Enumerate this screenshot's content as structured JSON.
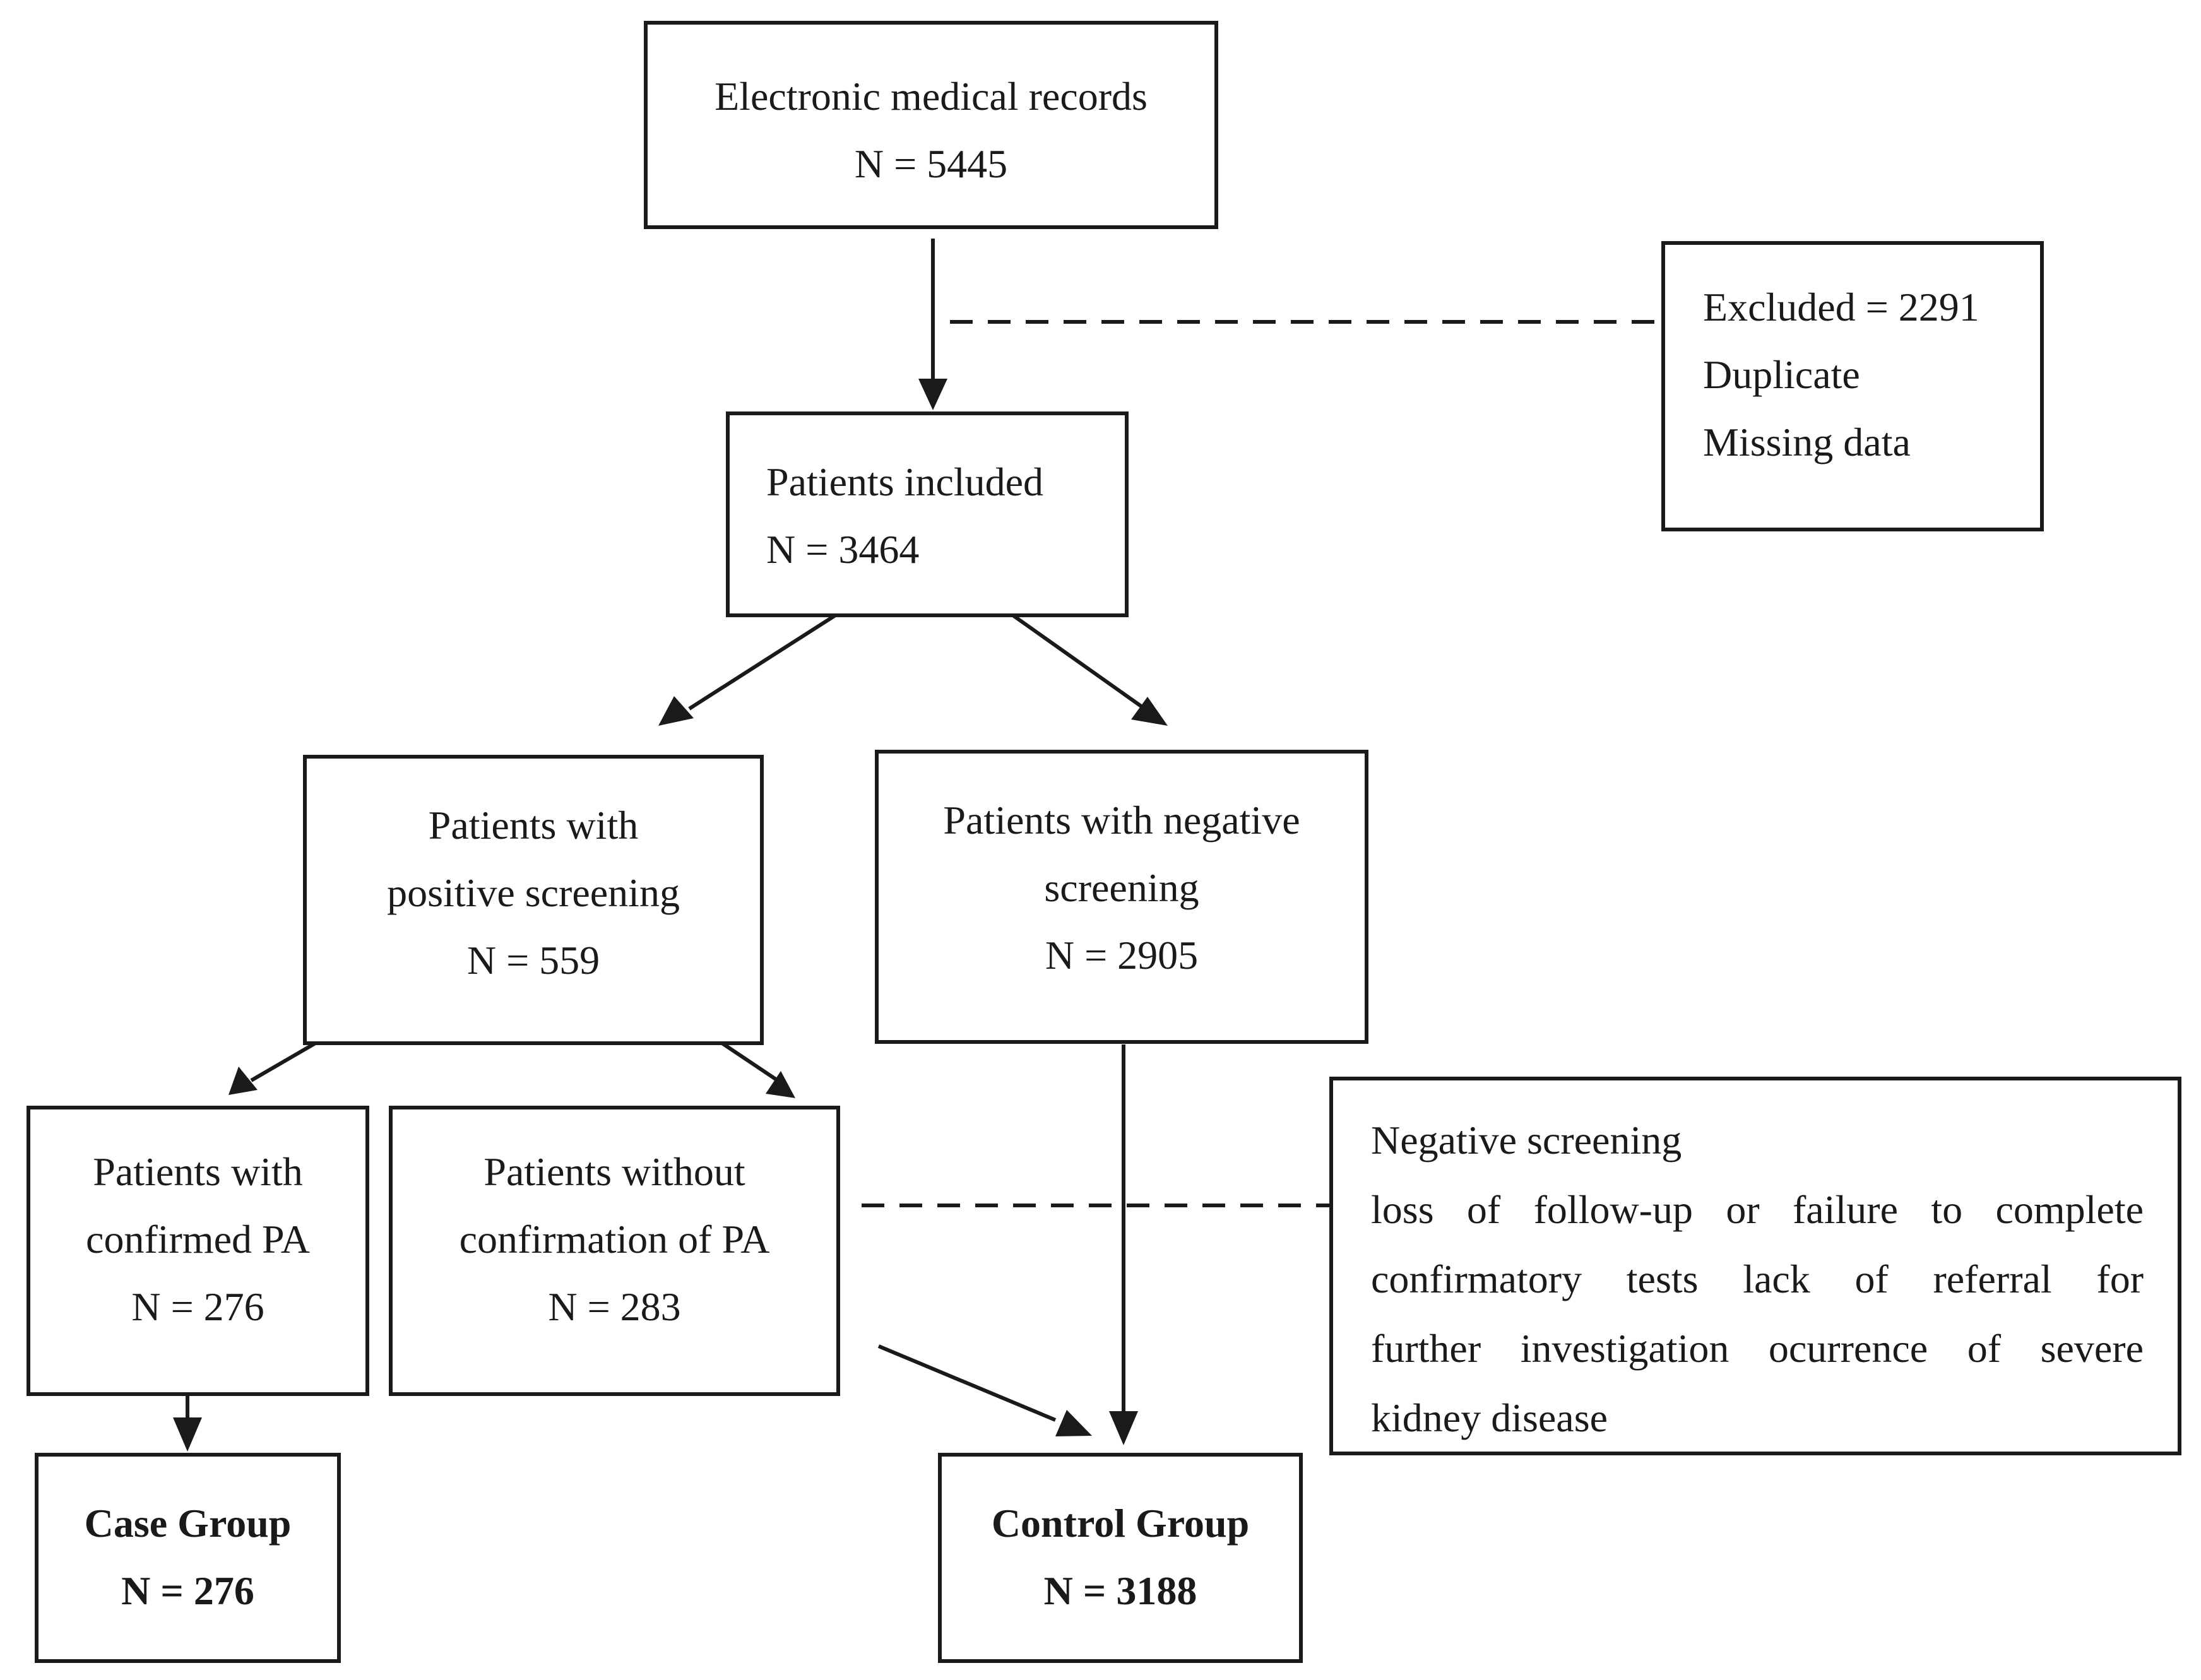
{
  "nodes": {
    "emr": {
      "lines": [
        "Electronic medical records",
        "N = 5445"
      ]
    },
    "excluded": {
      "lines": [
        "Excluded = 2291",
        "Duplicate",
        "Missing data"
      ]
    },
    "included": {
      "lines": [
        "Patients included",
        "N = 3464"
      ]
    },
    "positive": {
      "lines": [
        "Patients with",
        "positive screening",
        "N = 559"
      ]
    },
    "negative": {
      "lines": [
        "Patients with negative",
        "screening",
        "N = 2905"
      ]
    },
    "confirmed": {
      "lines": [
        "Patients with",
        "confirmed PA",
        "N = 276"
      ]
    },
    "unconfirmed": {
      "lines": [
        "Patients without",
        "confirmation of PA",
        "N = 283"
      ]
    },
    "reasons": {
      "lines": [
        "Negative screening",
        "loss of follow-up or failure to complete",
        "confirmatory  tests lack of referral for",
        "further investigation ocurrence  of severe",
        "kidney disease"
      ]
    },
    "case_group": {
      "lines": [
        "Case Group",
        "N = 276"
      ]
    },
    "control_group": {
      "lines": [
        "Control Group",
        "N = 3188"
      ]
    }
  },
  "colors": {
    "stroke": "#1a1a1a",
    "background": "#ffffff"
  }
}
